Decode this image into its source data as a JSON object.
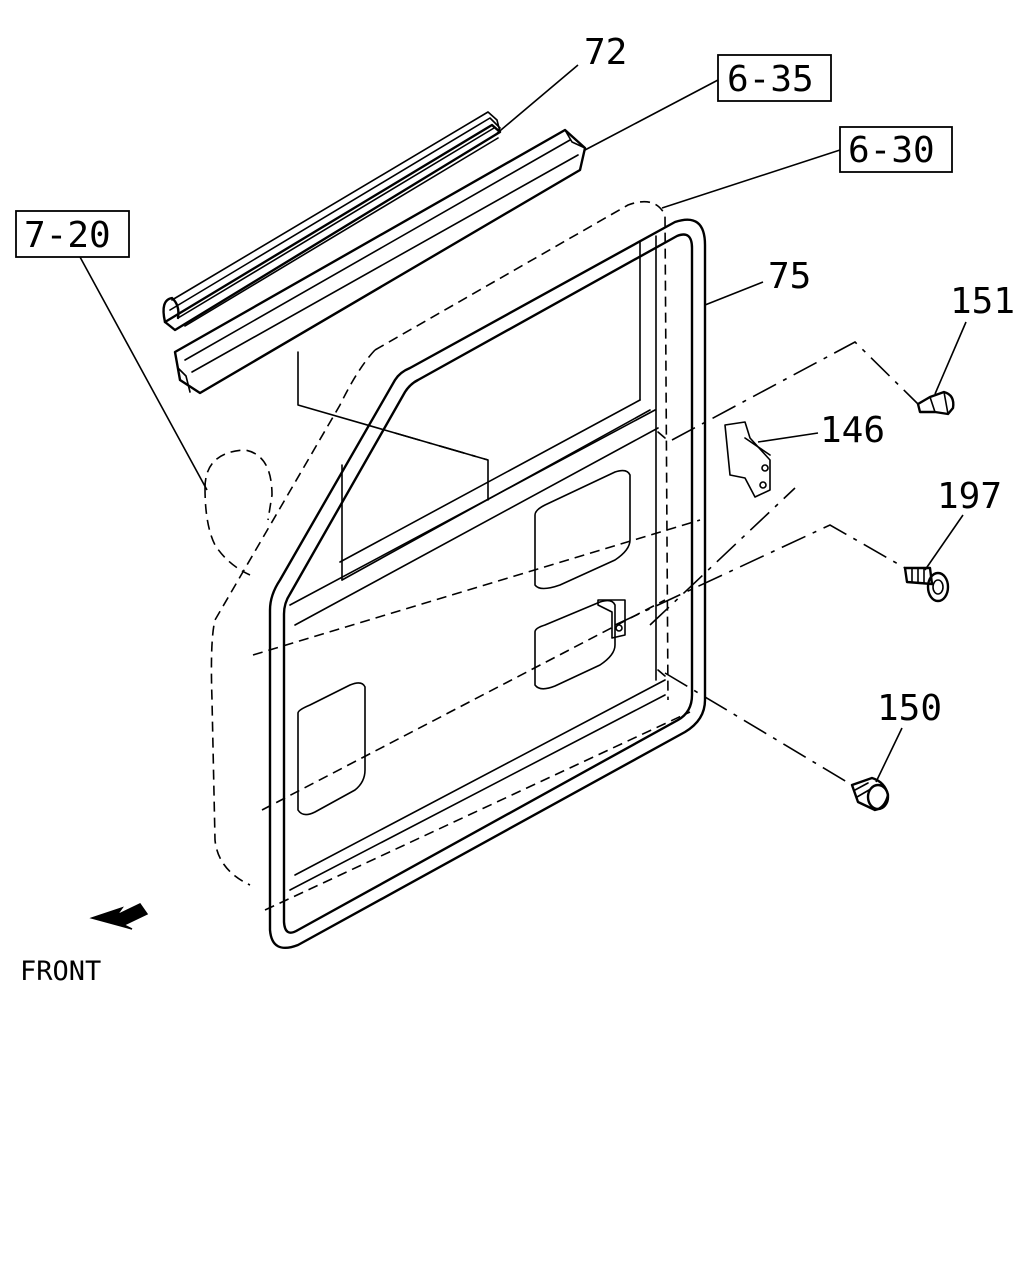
{
  "callouts": {
    "p72": "72",
    "p6_35": "6-35",
    "p6_30": "6-30",
    "p7_20": "7-20",
    "p75": "75",
    "p151": "151",
    "p146": "146",
    "p197": "197",
    "p150": "150"
  },
  "front_label": "FRONT"
}
